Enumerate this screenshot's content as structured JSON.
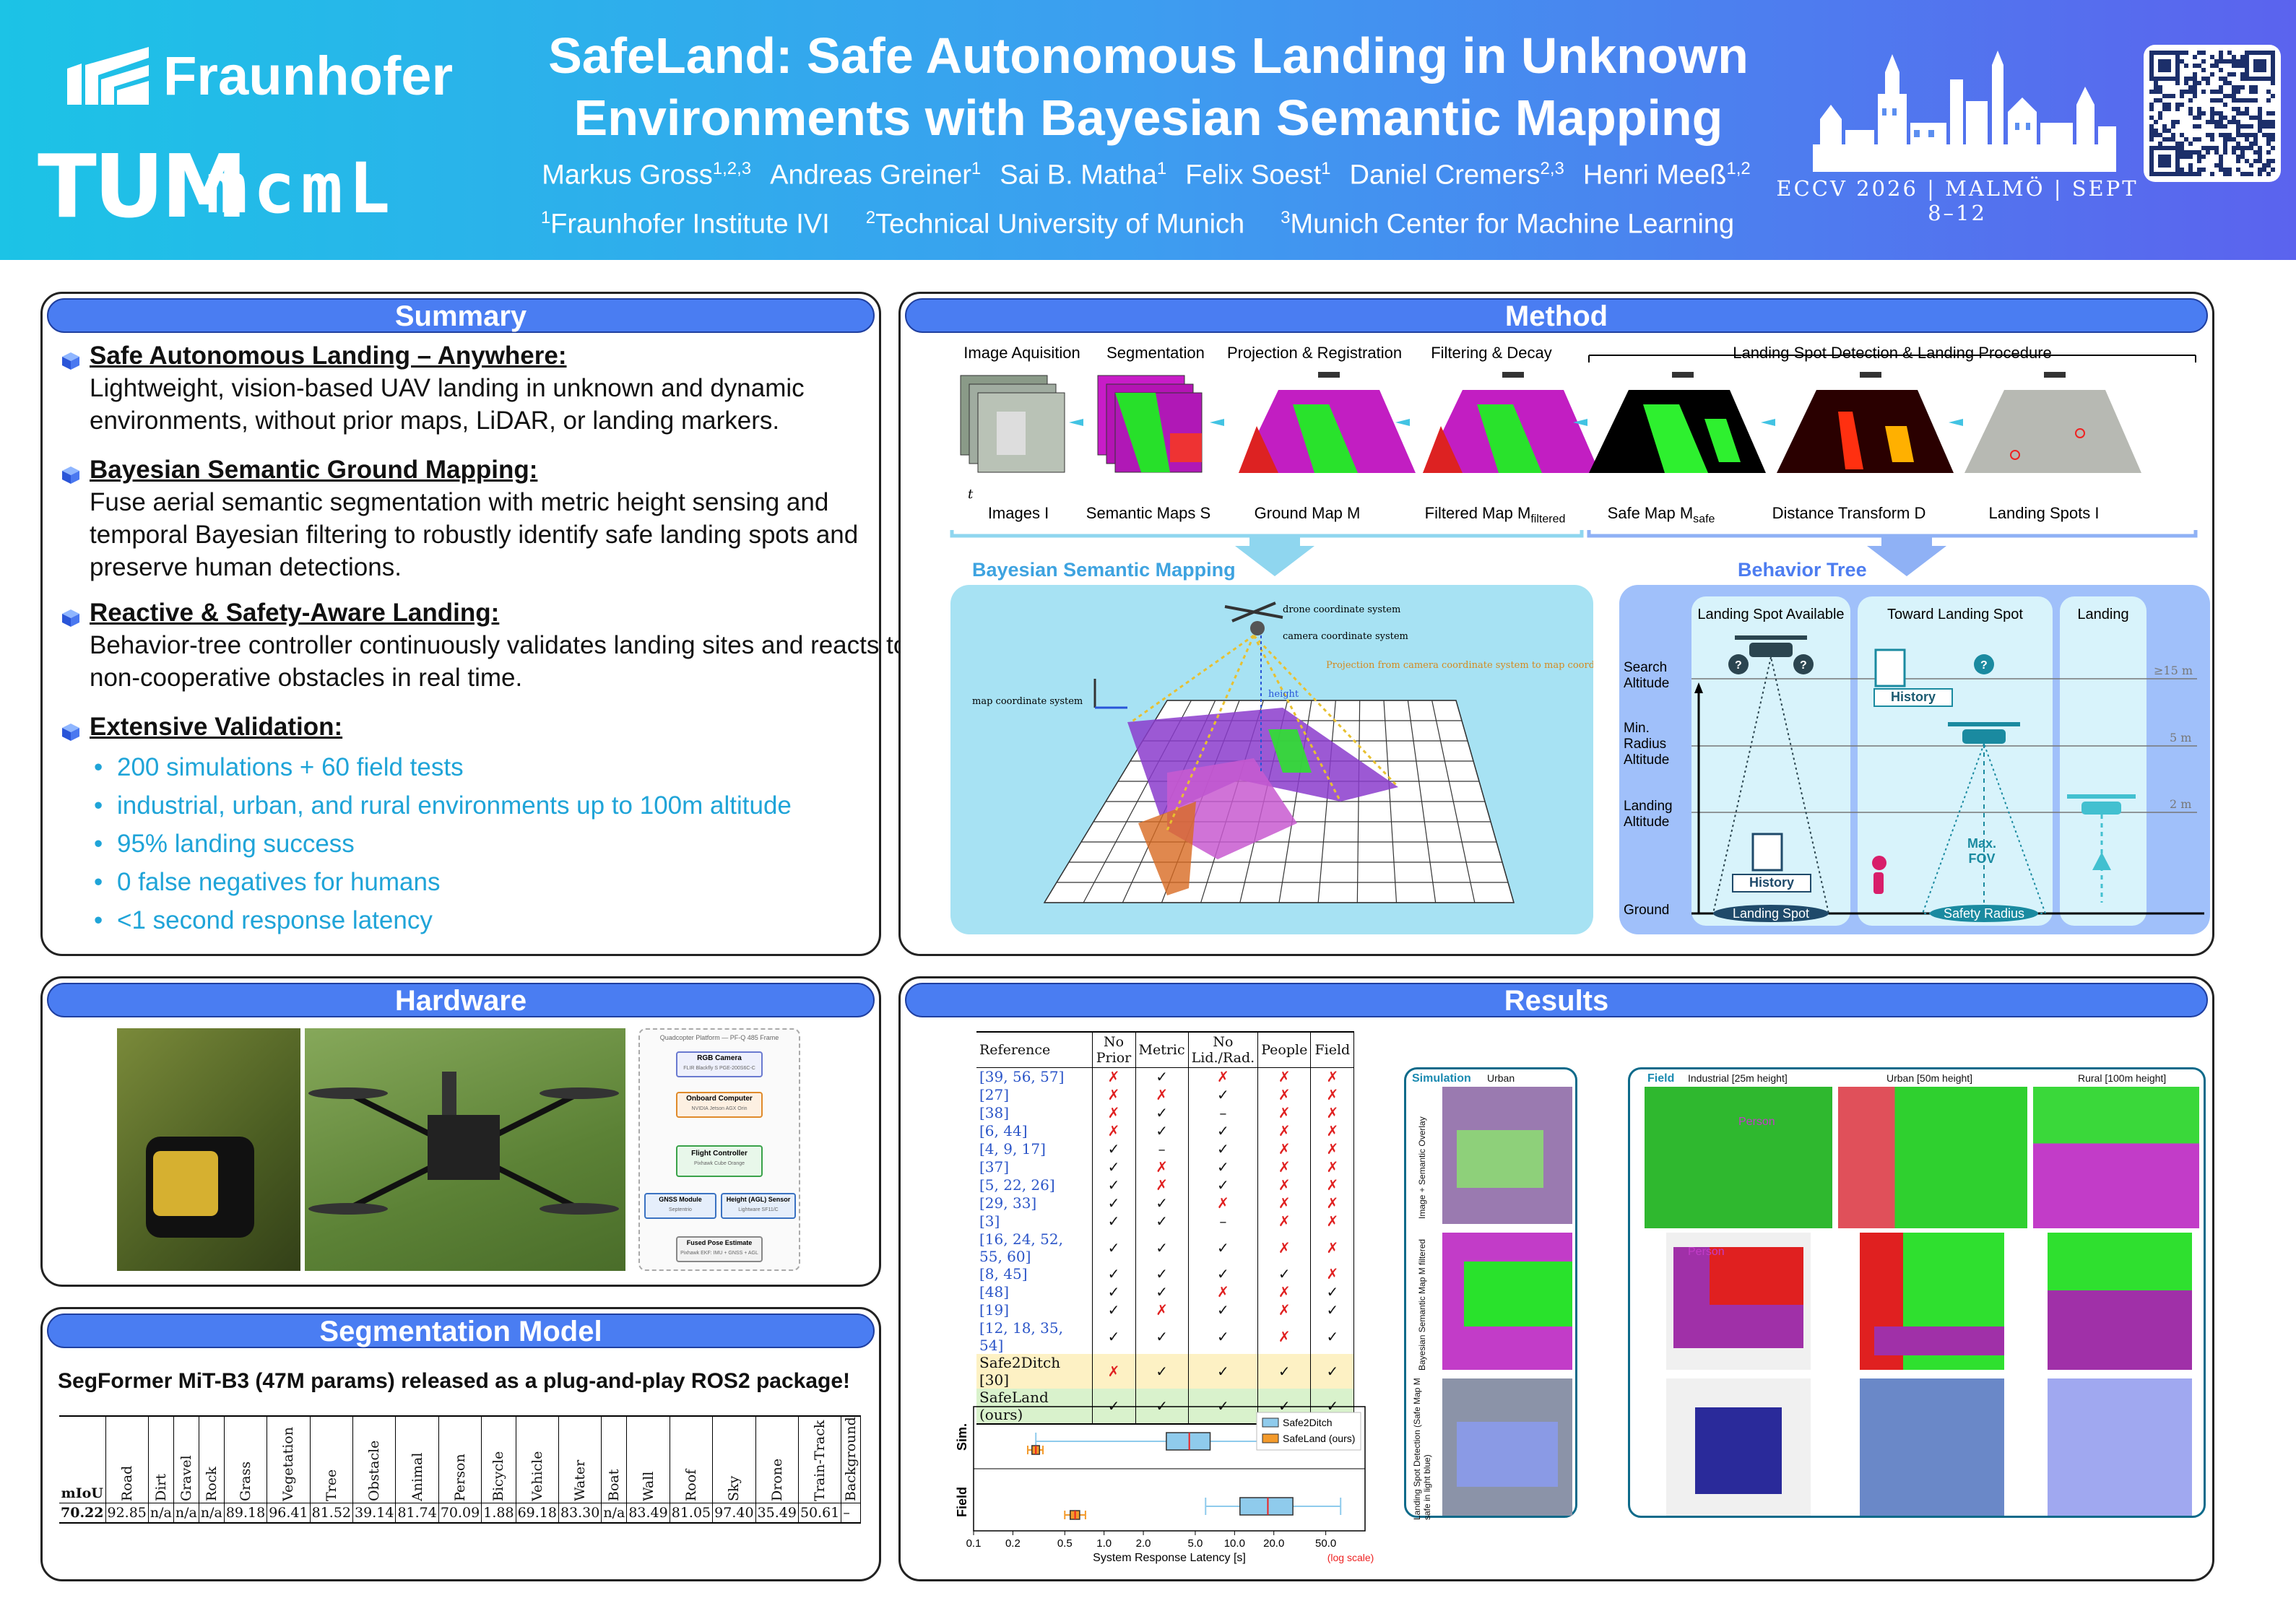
{
  "header": {
    "title_line1": "SafeLand: Safe Autonomous Landing in Unknown",
    "title_line2": "Environments with Bayesian Semantic Mapping",
    "authors": [
      "Markus Gross",
      "Andreas Greiner",
      "Sai B. Matha",
      "Felix Soest",
      "Daniel Cremers",
      "Henri Meeß"
    ],
    "author_sups": [
      "1,2,3",
      "1",
      "1",
      "1",
      "2,3",
      "1,2"
    ],
    "affiliations": [
      "Fraunhofer Institute IVI",
      "Technical University of Munich",
      "Munich Center for Machine Learning"
    ],
    "affil_sups": [
      "1",
      "2",
      "3"
    ],
    "venue": "ECCV 2026 | MALMÖ | SEPT 8–12",
    "logos": [
      "Fraunhofer",
      "TUM",
      "MCML"
    ]
  },
  "summary": {
    "title": "Summary",
    "items": [
      {
        "heading": "Safe Autonomous Landing – Anywhere:",
        "text": "Lightweight, vision-based UAV landing in unknown and dynamic environments, without prior maps, LiDAR, or landing markers."
      },
      {
        "heading": "Bayesian Semantic Ground Mapping:",
        "text": "Fuse aerial semantic segmentation with metric height sensing and temporal Bayesian filtering to robustly identify safe landing spots and preserve human detections."
      },
      {
        "heading": "Reactive & Safety-Aware Landing:",
        "text": "Behavior-tree controller continuously validates landing sites and reacts to non-cooperative obstacles in real time."
      },
      {
        "heading": "Extensive Validation:",
        "text": ""
      }
    ],
    "bullets": [
      "200 simulations + 60 field tests",
      "industrial, urban, and rural environments up to 100m altitude",
      "95% landing success",
      "0 false negatives for humans",
      "<1 second response latency"
    ]
  },
  "hardware": {
    "title": "Hardware",
    "diagram_title": "Quadcopter Platform — PF-Q 485 Frame",
    "blocks": [
      {
        "name": "RGB Camera",
        "sub": "FLIR Blackfly S PGE-200S6C-C"
      },
      {
        "name": "Onboard Computer",
        "sub": "NVIDIA Jetson AGX Orin"
      },
      {
        "name": "Flight Controller",
        "sub": "Pixhawk Cube Orange"
      },
      {
        "name": "GNSS Module",
        "sub": "Septentrio"
      },
      {
        "name": "Height (AGL) Sensor",
        "sub": "Lightware SF11/C"
      },
      {
        "name": "Fused Pose Estimate",
        "sub": "Pixhawk EKF: IMU + GNSS + AGL"
      }
    ]
  },
  "segmentation": {
    "title": "Segmentation Model",
    "caption": "SegFormer MiT-B3 (47M params) released as a plug-and-play ROS2 package!",
    "columns": [
      "mIoU",
      "Road",
      "Dirt",
      "Gravel",
      "Rock",
      "Grass",
      "Vegetation",
      "Tree",
      "Obstacle",
      "Animal",
      "Person",
      "Bicycle",
      "Vehicle",
      "Water",
      "Boat",
      "Wall",
      "Roof",
      "Sky",
      "Drone",
      "Train-Track",
      "Background"
    ],
    "values": [
      "70.22",
      "92.85",
      "n/a",
      "n/a",
      "n/a",
      "89.18",
      "96.41",
      "81.52",
      "39.14",
      "81.74",
      "70.09",
      "1.88",
      "69.18",
      "83.30",
      "n/a",
      "83.49",
      "81.05",
      "97.40",
      "35.49",
      "50.61",
      "–"
    ]
  },
  "method": {
    "title": "Method",
    "stages": [
      "Image Aquisition",
      "Segmentation",
      "Projection & Registration",
      "Filtering & Decay",
      "Landing Spot Detection & Landing Procedure"
    ],
    "outputs": [
      "Images I",
      "Semantic Maps S",
      "Ground Map M",
      "Filtered Map M",
      "Safe Map M",
      "Distance Transform D",
      "Landing Spots I"
    ],
    "output_subs": [
      "",
      "",
      "",
      "filtered",
      "safe",
      "",
      ""
    ],
    "time_label": "t",
    "bsm_title": "Bayesian Semantic Mapping",
    "bsm_labels": [
      "drone coordinate system",
      "camera coordinate system",
      "map coordinate system",
      "height",
      "Projection from camera coordinate system to map coordinate system"
    ],
    "bt_title": "Behavior Tree",
    "bt_columns": [
      "Landing Spot Available",
      "Toward Landing Spot",
      "Landing"
    ],
    "bt_rows": [
      "Search Altitude",
      "Min. Radius Altitude",
      "Landing Altitude",
      "Ground"
    ],
    "bt_heights": [
      "≥15 m",
      "5 m",
      "2 m"
    ],
    "bt_tags": [
      "History",
      "History",
      "Landing Spot",
      "Safety Radius",
      "Max. FOV"
    ]
  },
  "results": {
    "title": "Results",
    "table_headers": [
      "Reference",
      "No Prior",
      "Metric",
      "No Lid./Rad.",
      "People",
      "Field"
    ],
    "table_rows": [
      [
        "[39, 56, 57]",
        "✗",
        "✓",
        "✗",
        "✗",
        "✗"
      ],
      [
        "[27]",
        "✗",
        "✗",
        "✓",
        "✗",
        "✗"
      ],
      [
        "[38]",
        "✗",
        "✓",
        "–",
        "✗",
        "✗"
      ],
      [
        "[6, 44]",
        "✗",
        "✓",
        "✓",
        "✗",
        "✗"
      ],
      [
        "[4, 9, 17]",
        "✓",
        "–",
        "✓",
        "✗",
        "✗"
      ],
      [
        "[37]",
        "✓",
        "✗",
        "✓",
        "✗",
        "✗"
      ],
      [
        "[5, 22, 26]",
        "✓",
        "✗",
        "✓",
        "✗",
        "✗"
      ],
      [
        "[29, 33]",
        "✓",
        "✓",
        "✗",
        "✗",
        "✗"
      ],
      [
        "[3]",
        "✓",
        "✓",
        "–",
        "✗",
        "✗"
      ],
      [
        "[16, 24, 52, 55, 60]",
        "✓",
        "✓",
        "✓",
        "✗",
        "✗"
      ],
      [
        "[8, 45]",
        "✓",
        "✓",
        "✓",
        "✓",
        "✗"
      ],
      [
        "[48]",
        "✓",
        "✓",
        "✗",
        "✗",
        "✓"
      ],
      [
        "[19]",
        "✓",
        "✗",
        "✓",
        "✗",
        "✓"
      ],
      [
        "[12, 18, 35, 54]",
        "✓",
        "✓",
        "✓",
        "✗",
        "✓"
      ],
      [
        "Safe2Ditch [30]",
        "✗",
        "✓",
        "✓",
        "✓",
        "✓"
      ],
      [
        "SafeLand (ours)",
        "✓",
        "✓",
        "✓",
        "✓",
        "✓"
      ]
    ],
    "sim_label": "Simulation",
    "sim_env": "Urban",
    "field_label": "Field",
    "field_envs": [
      "Industrial [25m height]",
      "Urban [50m height]",
      "Rural [100m height]"
    ],
    "row_labels": [
      "Image + Semantic Overlay",
      "Bayesian Semantic Map M filtered",
      "Landing Spot Detection (Safe Map M safe in light blue)"
    ],
    "person_label": "Person"
  },
  "chart_data": {
    "type": "boxplot",
    "xlabel": "System Response Latency [s]",
    "xscale": "log",
    "xlim": [
      0.1,
      100
    ],
    "xticks": [
      "0.1",
      "0.2",
      "0.5",
      "1.0",
      "2.0",
      "5.0",
      "10.0",
      "20.0",
      "50.0"
    ],
    "note": "(log scale)",
    "categories": [
      "Sim.",
      "Field"
    ],
    "series": [
      {
        "name": "Safe2Ditch",
        "color": "#8fcbec",
        "boxes": [
          {
            "category": "Sim.",
            "whisker_low": 0.3,
            "q1": 3.0,
            "median": 4.5,
            "q3": 6.5,
            "whisker_high": 15
          },
          {
            "category": "Field",
            "whisker_low": 6.0,
            "q1": 11,
            "median": 18,
            "q3": 28,
            "whisker_high": 65
          }
        ]
      },
      {
        "name": "SafeLand (ours)",
        "color": "#f39a2b",
        "boxes": [
          {
            "category": "Sim.",
            "whisker_low": 0.26,
            "q1": 0.28,
            "median": 0.3,
            "q3": 0.32,
            "whisker_high": 0.34
          },
          {
            "category": "Field",
            "whisker_low": 0.5,
            "q1": 0.55,
            "median": 0.6,
            "q3": 0.65,
            "whisker_high": 0.72
          }
        ]
      }
    ]
  }
}
